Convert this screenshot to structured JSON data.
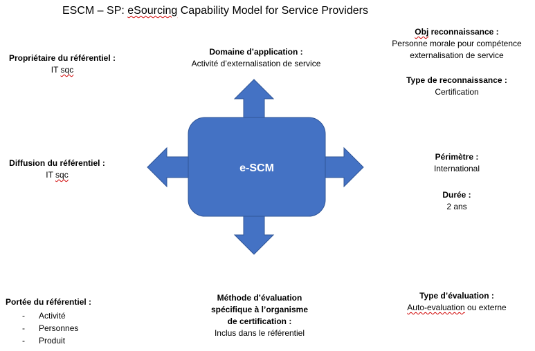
{
  "title": {
    "prefix": "ESCM – SP: ",
    "highlighted": "eSourcing",
    "suffix": " Capability Model for Service Providers"
  },
  "center": {
    "label": "e-SCM"
  },
  "top_center": {
    "heading": "Domaine d’application :",
    "text": "Activité d’externalisation de service"
  },
  "top_left": {
    "heading": "Propriétaire du référentiel :",
    "text_plain": "IT ",
    "text_squiggle": "sqc"
  },
  "top_right": {
    "heading_squiggle": "Obj",
    "heading_rest": " reconnaissance :",
    "line1": "Personne morale pour compétence",
    "line2": "externalisation de service",
    "heading2": "Type de reconnaissance :",
    "text2": "Certification"
  },
  "mid_left": {
    "heading": "Diffusion du référentiel :",
    "text_plain": "IT ",
    "text_squiggle": "sqc"
  },
  "mid_right": {
    "heading": "Périmètre :",
    "text": "International",
    "heading2": "Durée :",
    "text2": "2 ans"
  },
  "bottom_left": {
    "heading": "Portée du référentiel :",
    "items": [
      "Activité",
      "Personnes",
      "Produit"
    ]
  },
  "bottom_center": {
    "line1": "Méthode d’évaluation",
    "line2": "spécifique à l’organisme",
    "line3": "de certification :",
    "text": "Inclus dans le référentiel"
  },
  "bottom_right": {
    "heading": "Type d’évaluation :",
    "text_squiggle": "Auto-evaluation",
    "text_rest": " ou externe"
  },
  "colors": {
    "shape_fill": "#4472c4",
    "shape_stroke": "#2f5597"
  }
}
